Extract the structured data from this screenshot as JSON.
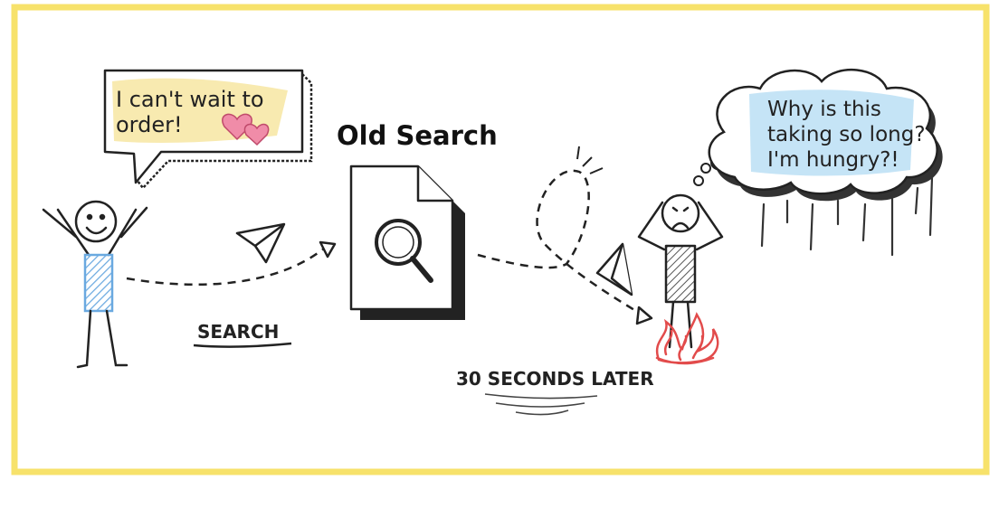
{
  "speech_bubble": {
    "line1": "I can't wait to",
    "line2": "order!"
  },
  "title": "Old Search",
  "search_label": "SEARCH",
  "later_label": "30 SECONDS LATER",
  "thought_bubble": {
    "line1": "Why is this",
    "line2": "taking so long?",
    "line3": "I'm hungry?!"
  },
  "colors": {
    "frame": "#f7e26b",
    "speech_highlight": "#f7e6a2",
    "thought_highlight": "#bfe1f5",
    "shirt_blue": "#6aa9e0",
    "fire_red": "#e24b4b",
    "hearts": "#f08ca8"
  },
  "icons": [
    "paper-plane-icon",
    "document-search-icon",
    "heart-icon",
    "fire-icon"
  ]
}
